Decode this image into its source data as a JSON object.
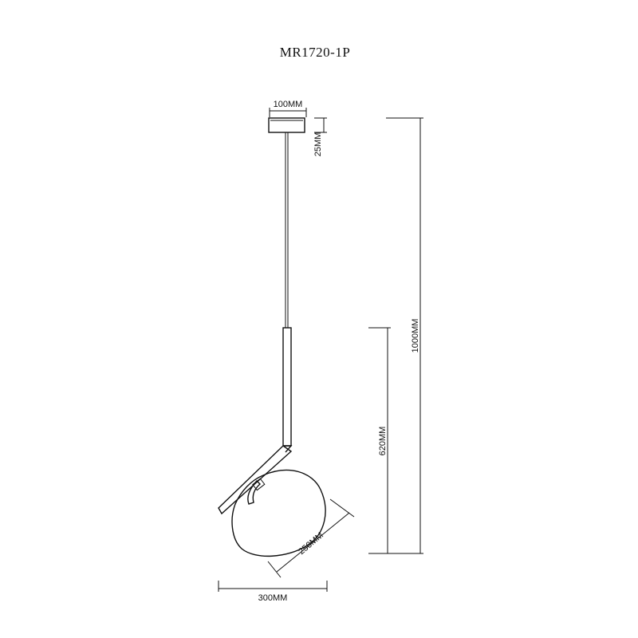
{
  "title": "MR1720-1P",
  "dimensions": {
    "canopy_width": "100MM",
    "canopy_height": "25MM",
    "total_height": "1000MM",
    "lower_height": "620MM",
    "shade_diameter": "250MM",
    "overall_width": "300MM"
  }
}
